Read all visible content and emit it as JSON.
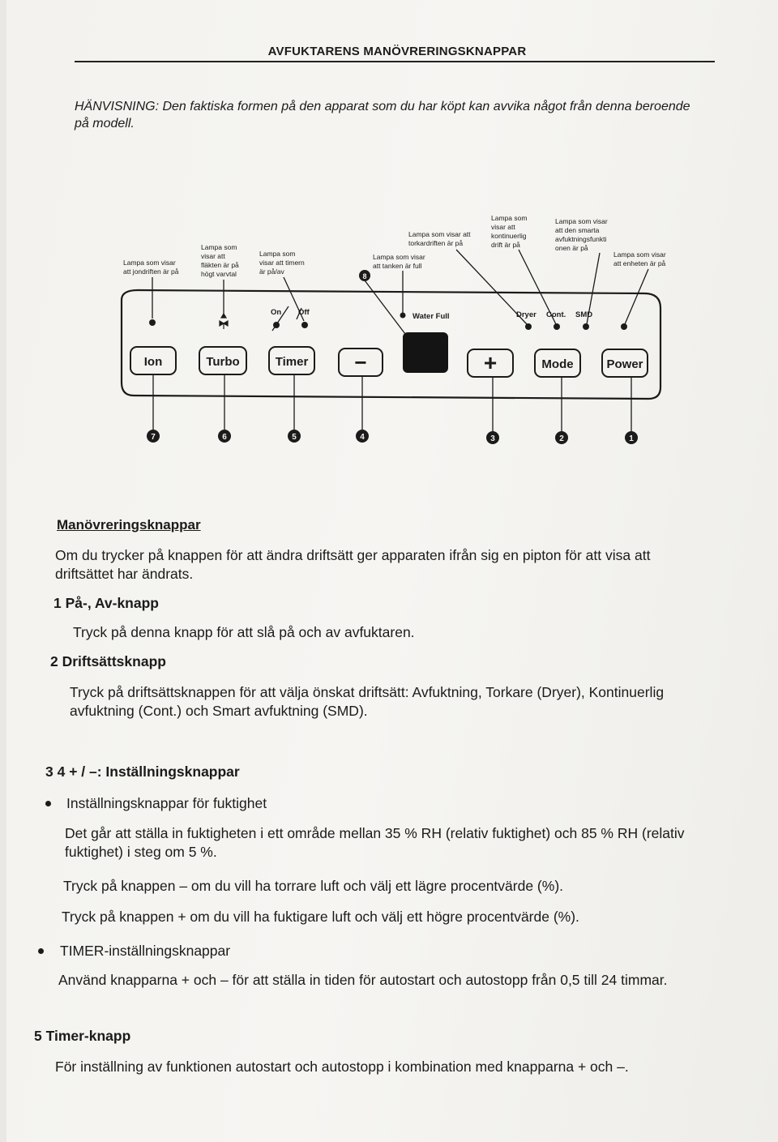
{
  "header": {
    "title": "AVFUKTARENS MANÖVRERINGSKNAPPAR"
  },
  "note": "HÄNVISNING: Den faktiska formen på den apparat som du har köpt kan avvika något från denna beroende på modell.",
  "diagram": {
    "callouts": {
      "ion": [
        "Lampa som visar",
        "att jondriften är på"
      ],
      "turbo": [
        "Lampa som",
        "visar att",
        "fläkten är på",
        "högt varvtal"
      ],
      "timer": [
        "Lampa som",
        "visar att timern",
        "är på/av"
      ],
      "tank": [
        "Lampa som visar",
        "att tanken är full"
      ],
      "dryer": [
        "Lampa som visar att",
        "torkardriften är på"
      ],
      "cont": [
        "Lampa som",
        "visar att",
        "kontinuerlig",
        "drift är på"
      ],
      "smd": [
        "Lampa som visar",
        "att den smarta",
        "avfuktningsfunkti",
        "onen är på"
      ],
      "power": [
        "Lampa som visar",
        "att enheten är på"
      ]
    },
    "indicator_labels": {
      "on": "On",
      "off": "Off",
      "water_full": "Water Full",
      "dryer": "Dryer",
      "cont": "Cont.",
      "smd": "SMD"
    },
    "buttons": {
      "ion": "Ion",
      "turbo": "Turbo",
      "timer": "Timer",
      "minus": "−",
      "plus": "+",
      "mode": "Mode",
      "power": "Power"
    },
    "numbers": {
      "n1": "1",
      "n2": "2",
      "n3": "3",
      "n4": "4",
      "n5": "5",
      "n6": "6",
      "n7": "7",
      "n8": "8"
    }
  },
  "section": {
    "title": "Manövreringsknappar",
    "intro": "Om du trycker på knappen för att ändra driftsätt ger apparaten ifrån sig en pipton för att visa att driftsättet har ändrats.",
    "item1": {
      "heading": "1 På-, Av-knapp",
      "text": "Tryck på denna knapp för att slå på och av avfuktaren."
    },
    "item2": {
      "heading": "2 Driftsättsknapp",
      "text": "Tryck på driftsättsknappen för att välja önskat driftsätt: Avfuktning, Torkare (Dryer), Kontinuerlig avfuktning (Cont.) och Smart avfuktning (SMD)."
    },
    "item34": {
      "heading": "3 4 + / –: Inställningsknappar",
      "bullet1": {
        "title": "Inställningsknappar för fuktighet",
        "p1": "Det går att ställa in fuktigheten i ett område mellan 35 % RH (relativ fuktighet) och 85 % RH (relativ fuktighet) i steg om 5 %.",
        "p2": "Tryck på knappen – om du vill ha torrare luft och välj ett lägre procentvärde (%).",
        "p3": "Tryck på knappen + om du vill ha fuktigare luft och välj ett högre procentvärde (%)."
      },
      "bullet2": {
        "title": "TIMER-inställningsknappar",
        "p1": "Använd knapparna + och – för att ställa in tiden för autostart och autostopp från 0,5 till 24 timmar."
      }
    },
    "item5": {
      "heading": "5 Timer-knapp",
      "text": "För inställning av funktionen autostart och autostopp i kombination med knapparna + och –."
    }
  },
  "colors": {
    "ink": "#1b1b1b",
    "paper": "#f5f4f0"
  }
}
